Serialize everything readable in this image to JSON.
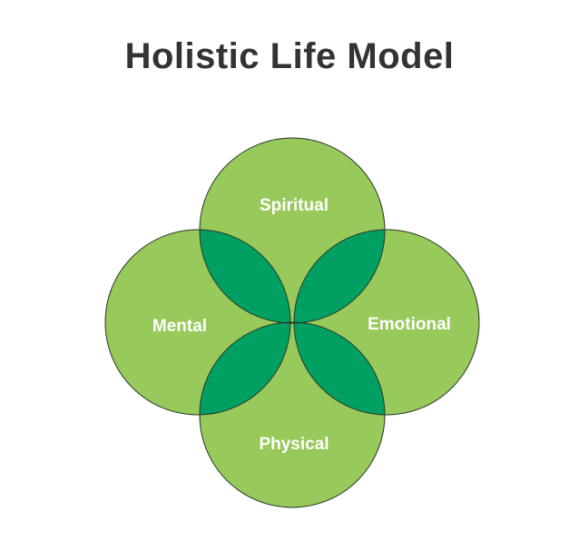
{
  "title": "Holistic Life Model",
  "colors": {
    "circle_fill": "#97c95b",
    "overlap_fill": "#00a062",
    "stroke": "#2a3a2a",
    "title": "#333333"
  },
  "circles": [
    {
      "id": "spiritual",
      "label": "Spiritual"
    },
    {
      "id": "mental",
      "label": "Mental"
    },
    {
      "id": "emotional",
      "label": "Emotional"
    },
    {
      "id": "physical",
      "label": "Physical"
    }
  ]
}
